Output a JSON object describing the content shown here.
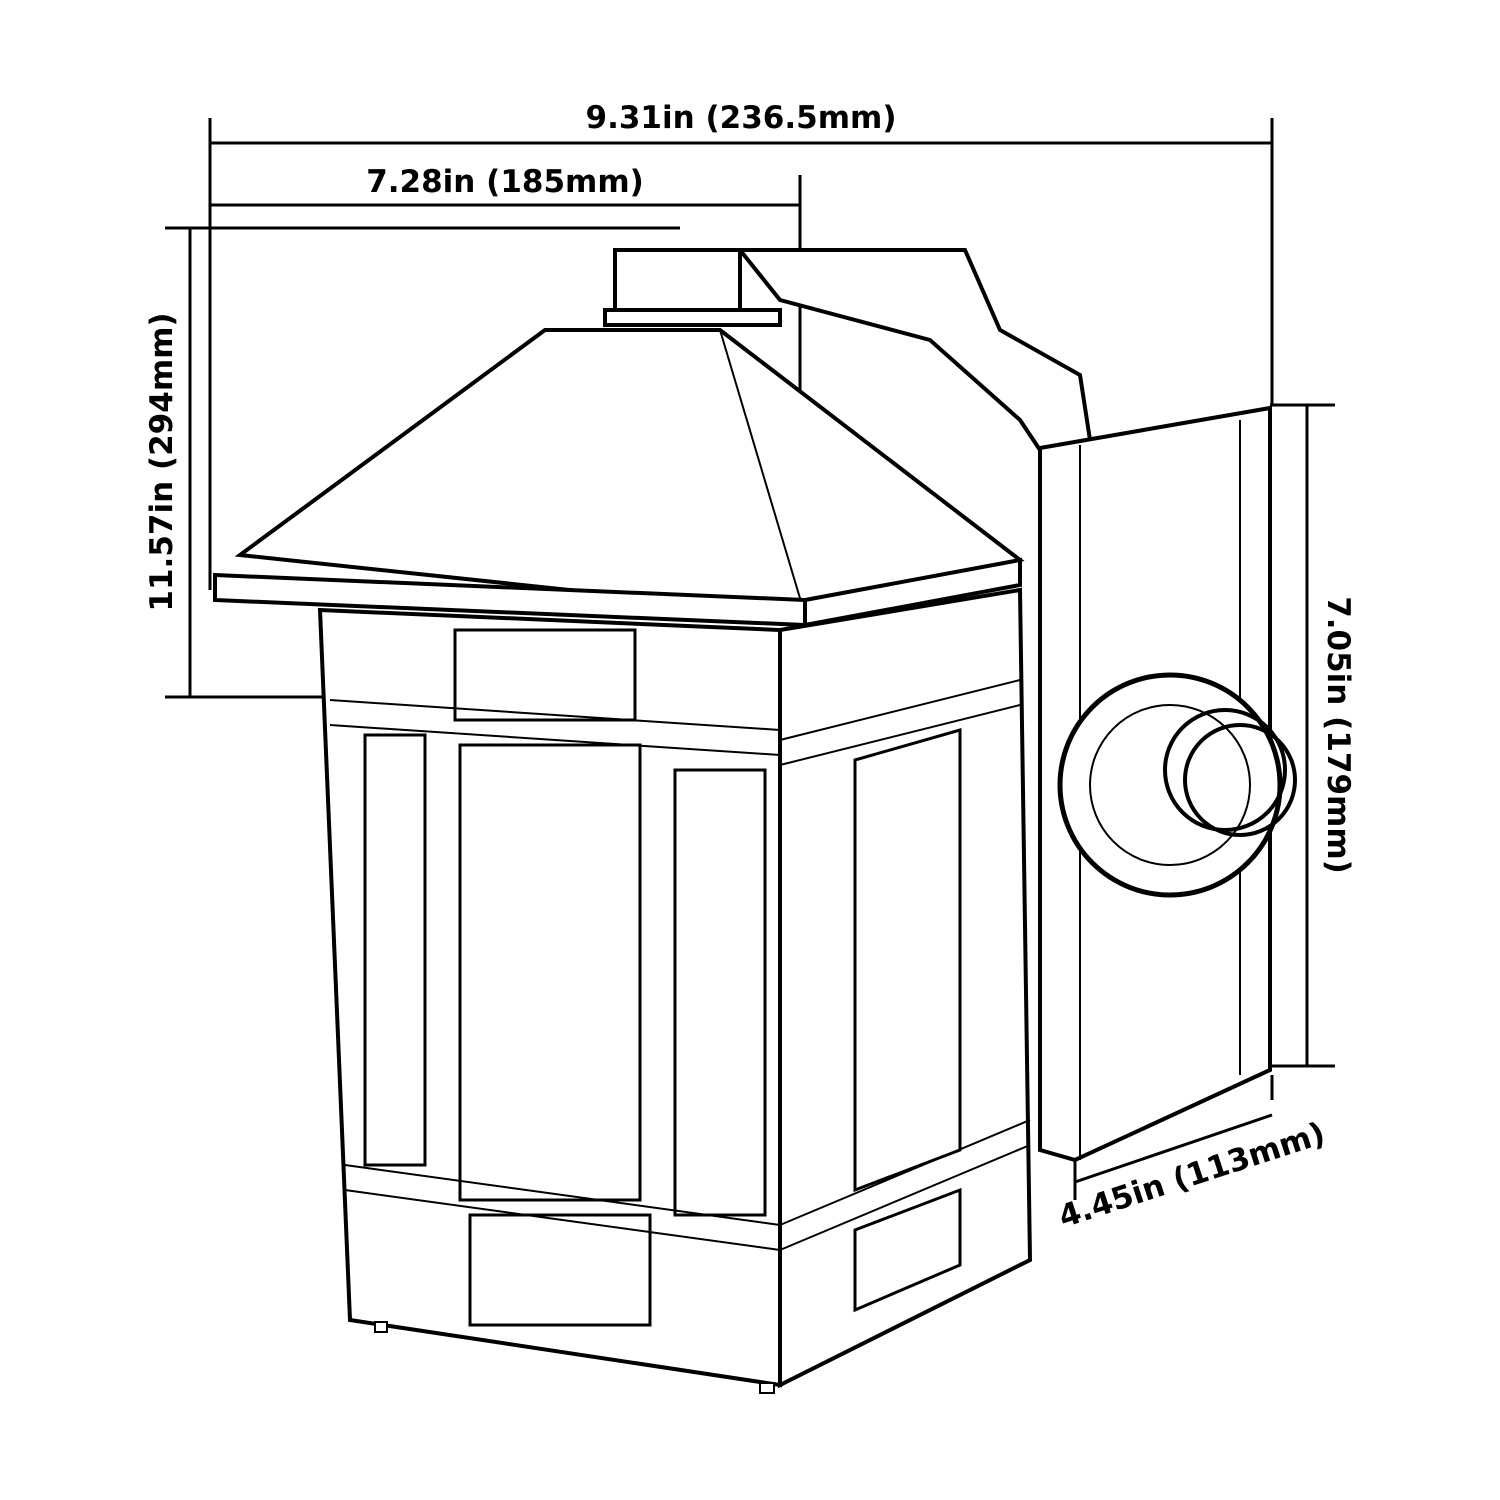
{
  "dimensions": {
    "overall_width": "9.31in (236.5mm)",
    "lantern_width": "7.28in (185mm)",
    "overall_height": "11.57in (294mm)",
    "backplate_height": "7.05in (179mm)",
    "depth": "4.45in (113mm)"
  },
  "colors": {
    "line": "#000000",
    "background": "#ffffff"
  }
}
